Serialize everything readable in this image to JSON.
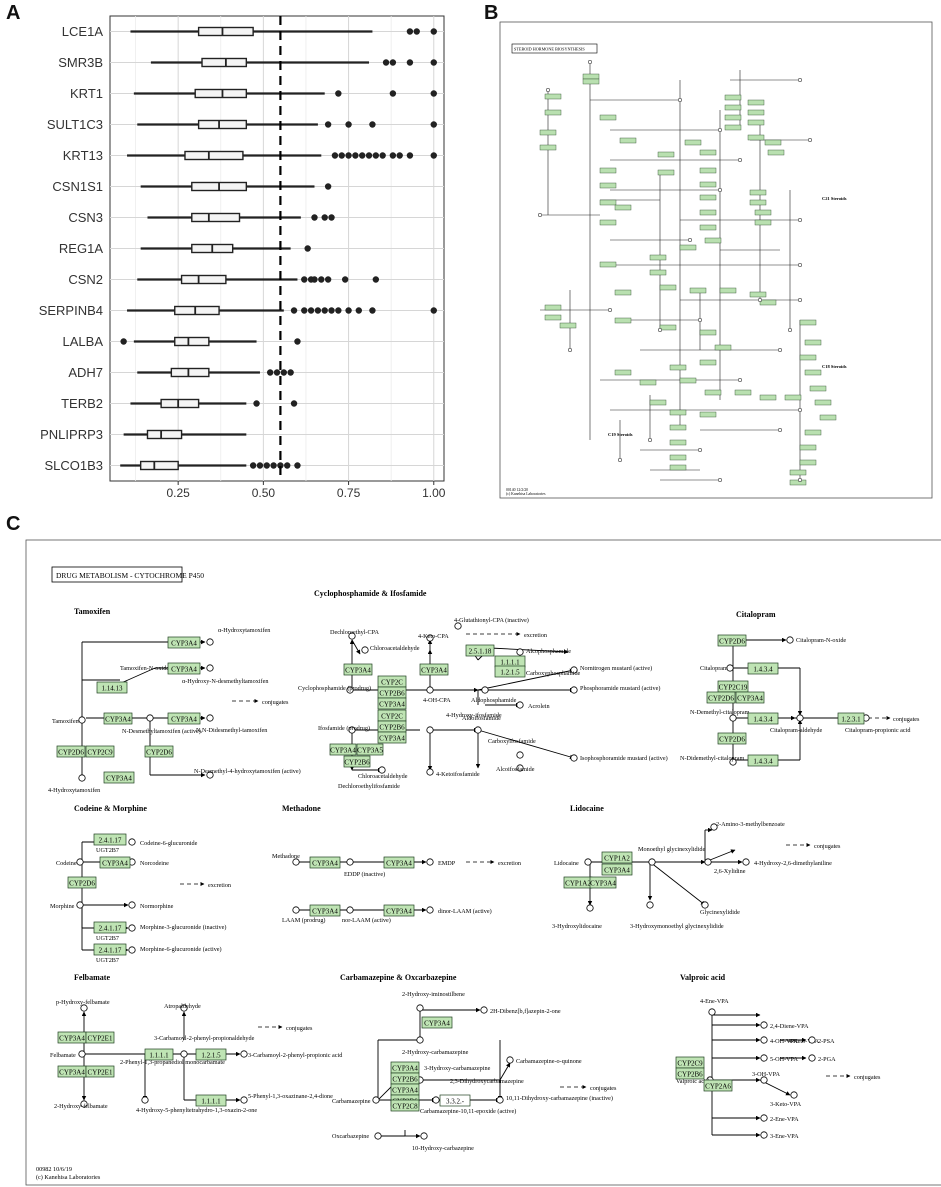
{
  "panel_letters": {
    "a": "A",
    "b": "B",
    "c": "C"
  },
  "chart_data": {
    "type": "boxplot",
    "title": "",
    "xlabel": "",
    "ylabel": "",
    "xlim": [
      0.05,
      1.03
    ],
    "x_ticks": [
      "0.25",
      "0.50",
      "0.75",
      "1.00"
    ],
    "x_tick_values": [
      0.25,
      0.5,
      0.75,
      1.0
    ],
    "threshold_line": 0.55,
    "grid": true,
    "categories": [
      "LCE1A",
      "SMR3B",
      "KRT1",
      "SULT1C3",
      "KRT13",
      "CSN1S1",
      "CSN3",
      "REG1A",
      "CSN2",
      "SERPINB4",
      "LALBA",
      "ADH7",
      "TERB2",
      "PNLIPRP3",
      "SLCO1B3"
    ],
    "boxes": [
      {
        "gene": "LCE1A",
        "whisker_low": 0.11,
        "q1": 0.31,
        "median": 0.38,
        "q3": 0.47,
        "whisker_high": 0.82,
        "outliers": [
          0.93,
          0.95,
          1.0
        ]
      },
      {
        "gene": "SMR3B",
        "whisker_low": 0.17,
        "q1": 0.32,
        "median": 0.39,
        "q3": 0.45,
        "whisker_high": 0.81,
        "outliers": [
          0.86,
          0.88,
          0.93,
          1.0
        ]
      },
      {
        "gene": "KRT1",
        "whisker_low": 0.12,
        "q1": 0.3,
        "median": 0.38,
        "q3": 0.45,
        "whisker_high": 0.68,
        "outliers": [
          0.72,
          0.88,
          1.0
        ]
      },
      {
        "gene": "SULT1C3",
        "whisker_low": 0.13,
        "q1": 0.31,
        "median": 0.37,
        "q3": 0.45,
        "whisker_high": 0.66,
        "outliers": [
          0.69,
          0.75,
          0.82,
          1.0
        ]
      },
      {
        "gene": "KRT13",
        "whisker_low": 0.1,
        "q1": 0.27,
        "median": 0.34,
        "q3": 0.44,
        "whisker_high": 0.67,
        "outliers": [
          0.71,
          0.73,
          0.75,
          0.77,
          0.79,
          0.81,
          0.83,
          0.85,
          0.88,
          0.9,
          0.93,
          1.0
        ]
      },
      {
        "gene": "CSN1S1",
        "whisker_low": 0.14,
        "q1": 0.29,
        "median": 0.37,
        "q3": 0.45,
        "whisker_high": 0.65,
        "outliers": [
          0.69
        ]
      },
      {
        "gene": "CSN3",
        "whisker_low": 0.16,
        "q1": 0.29,
        "median": 0.34,
        "q3": 0.43,
        "whisker_high": 0.61,
        "outliers": [
          0.65,
          0.68,
          0.7
        ]
      },
      {
        "gene": "REG1A",
        "whisker_low": 0.14,
        "q1": 0.29,
        "median": 0.35,
        "q3": 0.41,
        "whisker_high": 0.58,
        "outliers": [
          0.63
        ]
      },
      {
        "gene": "CSN2",
        "whisker_low": 0.13,
        "q1": 0.26,
        "median": 0.31,
        "q3": 0.39,
        "whisker_high": 0.6,
        "outliers": [
          0.62,
          0.64,
          0.65,
          0.67,
          0.69,
          0.74,
          0.83
        ]
      },
      {
        "gene": "SERPINB4",
        "whisker_low": 0.1,
        "q1": 0.24,
        "median": 0.3,
        "q3": 0.37,
        "whisker_high": 0.56,
        "outliers": [
          0.59,
          0.62,
          0.64,
          0.66,
          0.68,
          0.7,
          0.72,
          0.75,
          0.78,
          0.82,
          1.0
        ]
      },
      {
        "gene": "LALBA",
        "whisker_low": 0.12,
        "q1": 0.24,
        "median": 0.28,
        "q3": 0.34,
        "whisker_high": 0.48,
        "outliers": [
          0.09,
          0.6
        ]
      },
      {
        "gene": "ADH7",
        "whisker_low": 0.13,
        "q1": 0.23,
        "median": 0.28,
        "q3": 0.34,
        "whisker_high": 0.49,
        "outliers": [
          0.52,
          0.54,
          0.56,
          0.58
        ]
      },
      {
        "gene": "TERB2",
        "whisker_low": 0.11,
        "q1": 0.2,
        "median": 0.25,
        "q3": 0.31,
        "whisker_high": 0.45,
        "outliers": [
          0.48,
          0.59
        ]
      },
      {
        "gene": "PNLIPRP3",
        "whisker_low": 0.09,
        "q1": 0.16,
        "median": 0.2,
        "q3": 0.26,
        "whisker_high": 0.45,
        "outliers": []
      },
      {
        "gene": "SLCO1B3",
        "whisker_low": 0.08,
        "q1": 0.14,
        "median": 0.18,
        "q3": 0.25,
        "whisker_high": 0.45,
        "outliers": [
          0.47,
          0.49,
          0.51,
          0.53,
          0.55,
          0.57,
          0.6
        ]
      }
    ]
  },
  "panel_b": {
    "title": "STEROID HORMONE BIOSYNTHESIS",
    "c21_label": "C21 Steroids",
    "c18_label": "C18 Steroids",
    "c19_label": "C19 Steroids",
    "footer_code": "00140 12/2/20",
    "footer_lab": "(c) Kanehisa Laboratories"
  },
  "panel_c": {
    "title": "DRUG METABOLISM - CYTOCHROME P450",
    "footer_code": "00982 10/6/19",
    "footer_lab": "(c) Kanehisa Laboratories",
    "sections": {
      "tamoxifen": "Tamoxifen",
      "cyclophosphamide": "Cyclophosphamide & Ifosfamide",
      "citalopram": "Citalopram",
      "codeine": "Codeine & Morphine",
      "methadone": "Methadone",
      "lidocaine": "Lidocaine",
      "felbamate": "Felbamate",
      "carbamazepine": "Carbamazepine & Oxcarbazepine",
      "valproic": "Valproic acid"
    },
    "compounds": {
      "tamoxifen": "Tamoxifen",
      "a_hydroxytamoxifen": "α-Hydroxytamoxifen",
      "tamoxifen_n_oxide": "Tamoxifen-N-oxide",
      "a_hydroxy_n_desmethyl": "α-Hydroxy-N-desmethyltamoxifen",
      "conjugates": "conjugates",
      "n_desmethyltamoxifen": "N-Desmethyltamoxifen (active)",
      "nn_didesmethyl": "N,N-Didesmethyl-tamoxifen",
      "four_hydroxytamoxifen": "4-Hydroxytamoxifen",
      "endoxifen": "N-Desmethyl-4-hydroxytamoxifen (active)",
      "dechloroethyl_cpa": "Dechloroethyl-CPA",
      "chloroacetaldehyde": "Chloroacetaldehyde",
      "four_keto_cpa": "4-Keto-CPA",
      "four_glutathionyl_cpa": "4-Glutathionyl-CPA (inactive)",
      "excretion": "excretion",
      "cyclophosphamide": "Cyclophosphamide (prodrug)",
      "four_oh_cpa": "4-OH-CPA",
      "aldophosphamide": "Aldophosphamide",
      "alcophosphamide": "Alcophosphamide",
      "nornitrogen_mustard": "Nornitrogen mustard (active)",
      "carboxyphosphamide": "Carboxyphosphamide",
      "phosphoramide_mustard": "Phosphoramide mustard (active)",
      "acrolein": "Acrolein",
      "ifosfamide": "Ifosfamide (prodrug)",
      "four_hydroxy_ifosfamide": "4-Hydroxy-ifosfamide",
      "aldoifosfamide": "Aldoifosfamide",
      "isophosphoramide_mustard": "Isophosphoramide mustard (active)",
      "carboxyifosfamide": "Carboxyifosfamide",
      "alcoifosfamide": "Alcoifosfamide",
      "four_ketoifosfamide": "4-Ketoifosfamide",
      "dechloroethylifosfamide": "Dechloroethylifosfamide",
      "citalopram": "Citalopram",
      "citalopram_n_oxide": "Citalopram-N-oxide",
      "n_demethylcitalopram": "N-Demethyl-citalopram",
      "citalopram_aldehyde": "Citalopram-aldehyde",
      "citalopram_propionic": "Citalopram-propionic acid",
      "n_didemethylcitalopram": "N-Didemethyl-citalopram",
      "codeine": "Codeine",
      "codeine_6_glucuronide": "Codeine-6-glucuronide",
      "norcodeine": "Norcodeine",
      "morphine": "Morphine",
      "normorphine": "Normorphine",
      "morphine_3_glucuronide": "Morphine-3-glucuronide (inactive)",
      "morphine_6_glucuronide": "Morphine-6-glucuronide (active)",
      "ugt2b7": "UGT2B7",
      "methadone": "Methadone",
      "eddp": "EDDP (inactive)",
      "emdp": "EMDP",
      "laam": "LAAM (prodrug)",
      "nor_laam": "nor-LAAM (active)",
      "dinor_laam": "dinor-LAAM (active)",
      "lidocaine": "Lidocaine",
      "monoethylglycinexylidide": "Monoethyl glycinexylidide",
      "two_amino_3_methylbenzoate": "2-Amino-3-methylbenzoate",
      "two_six_xylidine": "2,6-Xylidine",
      "four_hydroxy_dimethylaniline": "4-Hydroxy-2,6-dimethylaniline",
      "glycinexylidide": "Glycinexylidide",
      "three_hydroxylidocaine": "3-Hydroxylidocaine",
      "three_hydroxymonoethyl": "3-Hydroxymonoethyl glycinexylidide",
      "p_hydroxy_felbamate": "p-Hydroxy-felbamate",
      "felbamate": "Felbamate",
      "two_hydroxy_felbamate": "2-Hydroxy-felbamate",
      "two_phenyl_propanediol": "2-Phenyl-1,3-propanediol monocarbamate",
      "atropaldehyde": "Atropaldehyde",
      "three_carbamoyl_aldehyde": "3-Carbamoyl-2-phenyl-propionaldehyde",
      "three_carbamoyl_acid": "3-Carbamoyl-2-phenyl-propionic acid",
      "four_hydroxy_phenyl": "4-Hydroxy-5-phenyltetrahydro-1,3-oxazin-2-one",
      "five_phenyl_oxazinane": "5-Phenyl-1,3-oxazinane-2,4-dione",
      "two_hydroxy_iminostilbene": "2-Hydroxy-iminostilbene",
      "two_h_dibenz": "2H-Dibenz[b,f]azepin-2-one",
      "two_hydroxy_carbamazepine": "2-Hydroxy-carbamazepine",
      "three_hydroxy_carbamazepine": "3-Hydroxy-carbamazepine",
      "carbamazepine_o_quinone": "Carbamazepine-o-quinone",
      "dihydroxy_carbamazepine": "2,3-Dihydroxycarbamazepine",
      "carbamazepine": "Carbamazepine",
      "carbamazepine_epoxide": "Carbamazepine-10,11-epoxide (active)",
      "dihydroxy_10_11": "10,11-Dihydroxy-carbamazepine (inactive)",
      "oxcarbazepine": "Oxcarbazepine",
      "ten_hydroxy_carbazepine": "10-Hydroxy-carbazepine",
      "four_ene_vpa": "4-Ene-VPA",
      "two_four_diene_vpa": "2,4-Diene-VPA",
      "four_oh_vpa": "4-OH-VPA",
      "four_keto_vpa": "4-Keto-VPA",
      "two_psa": "2-PSA",
      "five_oh_vpa": "5-OH-VPA",
      "two_pga": "2-PGA",
      "valproic_acid": "Valproic acid",
      "three_oh_vpa": "3-OH-VPA",
      "three_keto_vpa": "3-Keto-VPA",
      "two_ene_vpa": "2-Ene-VPA",
      "three_ene_vpa": "3-Ene-VPA"
    },
    "enzymes": {
      "cyp3a4": "CYP3A4",
      "cyp2d6": "CYP2D6",
      "cyp2c9": "CYP2C9",
      "cyp2c8": "CYP2C8",
      "cyp2b6": "CYP2B6",
      "cyp2c19": "CYP2C19",
      "cyp3a5": "CYP3A5",
      "cyp1a2": "CYP1A2",
      "cyp2e1": "CYP2E1",
      "cyp2a6": "CYP2A6",
      "cyp2c": "CYP2C",
      "e_1_14_13": "1.14.13",
      "e_2_5_1_18": "2.5.1.18",
      "e_1_1_1_1": "1.1.1.1",
      "e_1_2_1_5": "1.2.1.5",
      "e_1_4_3_4": "1.4.3.4",
      "e_1_2_3_1": "1.2.3.1",
      "e_2_4_1_17": "2.4.1.17",
      "e_3_3_2": "3.3.2.-"
    }
  }
}
